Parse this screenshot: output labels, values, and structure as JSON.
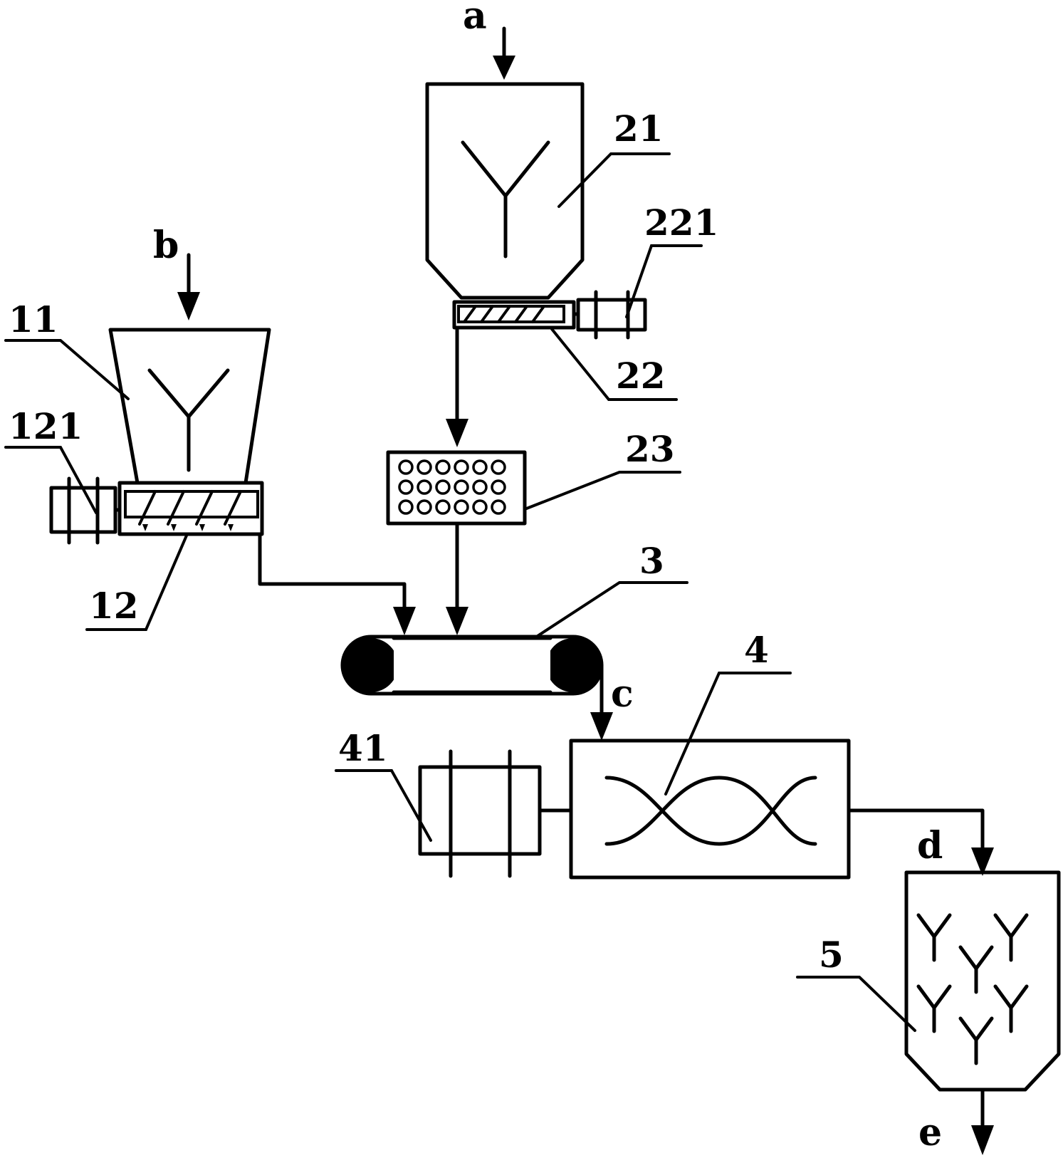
{
  "labels": {
    "a": "a",
    "b": "b",
    "c": "c",
    "d": "d",
    "e": "e",
    "n11": "11",
    "n12": "12",
    "n121": "121",
    "n21": "21",
    "n22": "22",
    "n221": "221",
    "n23": "23",
    "n3": "3",
    "n4": "4",
    "n41": "41",
    "n5": "5"
  }
}
